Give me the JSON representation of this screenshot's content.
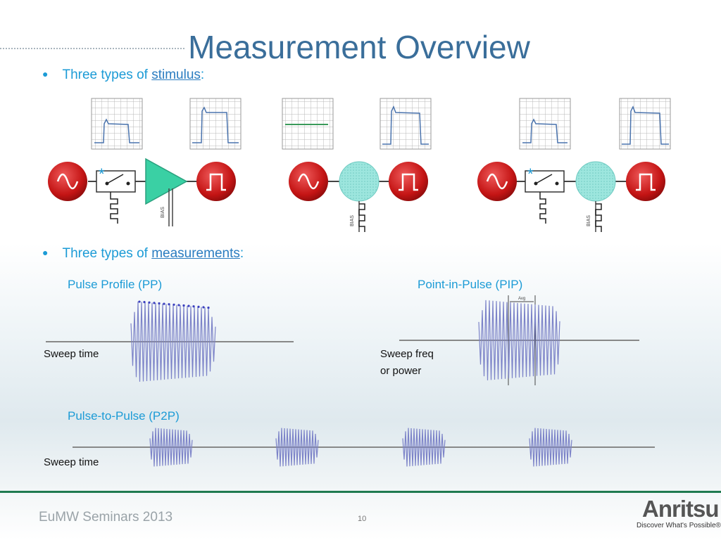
{
  "slide": {
    "title": "Measurement Overview",
    "bullet1_prefix": "Three types of ",
    "bullet1_link": "stimulus",
    "bullet1_suffix": ":",
    "bullet2_prefix": "Three types of ",
    "bullet2_link": "measurements",
    "bullet2_suffix": ":",
    "pp_label": "Pulse Profile (PP)",
    "pip_label": "Point-in-Pulse (PIP)",
    "p2p_label": "Pulse-to-Pulse (P2P)",
    "sweep_time_1": "Sweep time",
    "sweep_freq_line1": "Sweep freq",
    "sweep_freq_line2": "or power",
    "sweep_time_2": "Sweep time",
    "bias_label": "BIAS",
    "marker": "*",
    "avg_label": "Avg"
  },
  "footer": {
    "seminar": "EuMW Seminars 2013",
    "page_number": "10",
    "logo": "Anritsu",
    "tagline": "Discover What's Possible®"
  },
  "colors": {
    "title": "#3a6e9a",
    "accent": "#1c9bd6",
    "source_red": "#c81e1e",
    "amp_green": "#2fcf9c",
    "dut_cyan": "#8fe3dc",
    "waveform": "#7c83c8",
    "footer_line": "#1f7a4f"
  }
}
